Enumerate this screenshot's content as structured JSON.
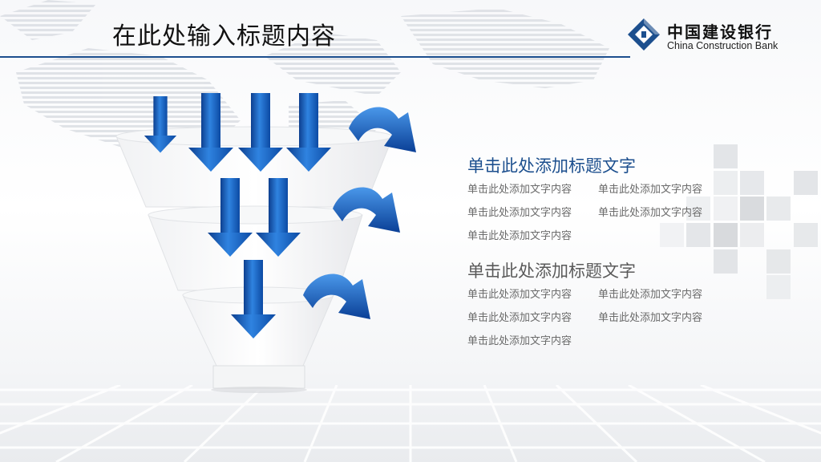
{
  "slide": {
    "title": "在此处输入标题内容"
  },
  "logo": {
    "name_cn": "中国建设银行",
    "name_en": "China Construction Bank",
    "mark_icon": "ccb-logo-icon",
    "color": "#1c4f8e"
  },
  "colors": {
    "accent": "#1c4f8e",
    "arrow_blue": "#1a64c8",
    "body_text": "#6b6b6b"
  },
  "blocks": [
    {
      "title": "单击此处添加标题文字",
      "items": [
        "单击此处添加文字内容",
        "单击此处添加文字内容",
        "单击此处添加文字内容",
        "单击此处添加文字内容",
        "单击此处添加文字内容"
      ]
    },
    {
      "title": "单击此处添加标题文字",
      "items": [
        "单击此处添加文字内容",
        "单击此处添加文字内容",
        "单击此处添加文字内容",
        "单击此处添加文字内容",
        "单击此处添加文字内容"
      ]
    }
  ]
}
